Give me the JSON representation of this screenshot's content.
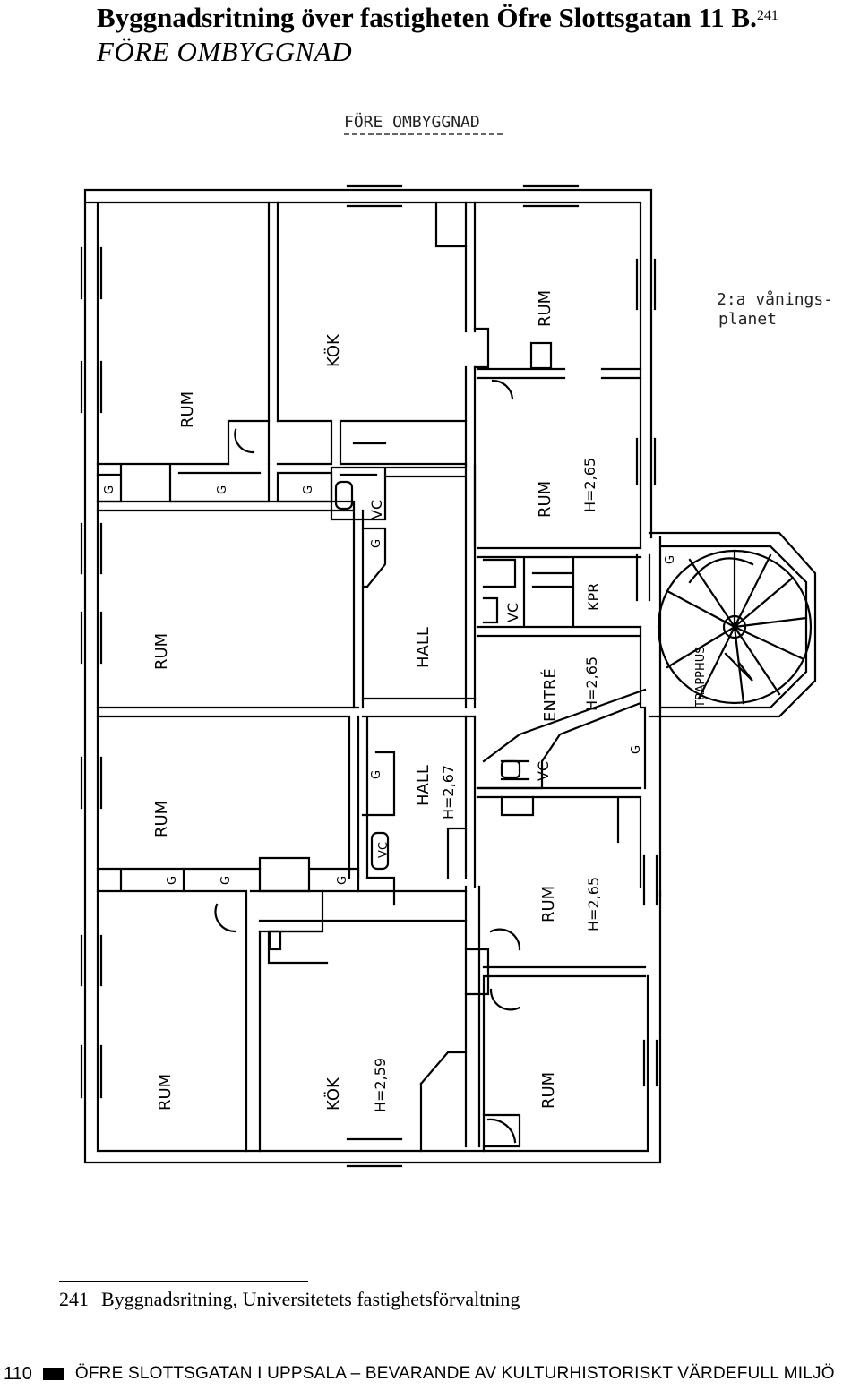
{
  "header": {
    "title": "Byggnadsritning över fastigheten Öfre Slottsgatan 11 B.",
    "footnote_ref": "241",
    "subtitle": "FÖRE OMBYGGNAD"
  },
  "drawing": {
    "stamp_title": "FÖRE OMBYGGNAD",
    "floor_note_line1": "2:a vånings-",
    "floor_note_line2": "planet",
    "labels": {
      "kok_top": "KÖK",
      "rum_top_left": "RUM",
      "rum_top_right": "RUM",
      "rum_right_2": "RUM",
      "height_right_2": "H=2,65",
      "vc_top": "VC",
      "kpr": "KPR",
      "vc_mid": "VC",
      "rum_mid_left": "RUM",
      "hall_mid": "HALL",
      "entre": "ENTRÉ",
      "height_entre": "H=2,65",
      "trapphus": "TRAPPHUS",
      "vc_lower": "VC",
      "rum_lower_left": "RUM",
      "hall_lower": "HALL",
      "height_hall": "H=2,67",
      "vc_small": "VC",
      "rum_right_lower": "RUM",
      "height_rum_lower": "H=2,65",
      "rum_bottom_left": "RUM",
      "kok_bottom": "KÖK",
      "height_kok": "H=2,59",
      "rum_bottom_right": "RUM",
      "g": "G"
    }
  },
  "caption": {
    "number": "241",
    "text": "Byggnadsritning, Universitetets fastighetsförvaltning"
  },
  "footer": {
    "page_number": "110",
    "running_title": "ÖFRE SLOTTSGATAN I UPPSALA – BEVARANDE AV KULTURHISTORISKT VÄRDEFULL MILJÖ"
  }
}
